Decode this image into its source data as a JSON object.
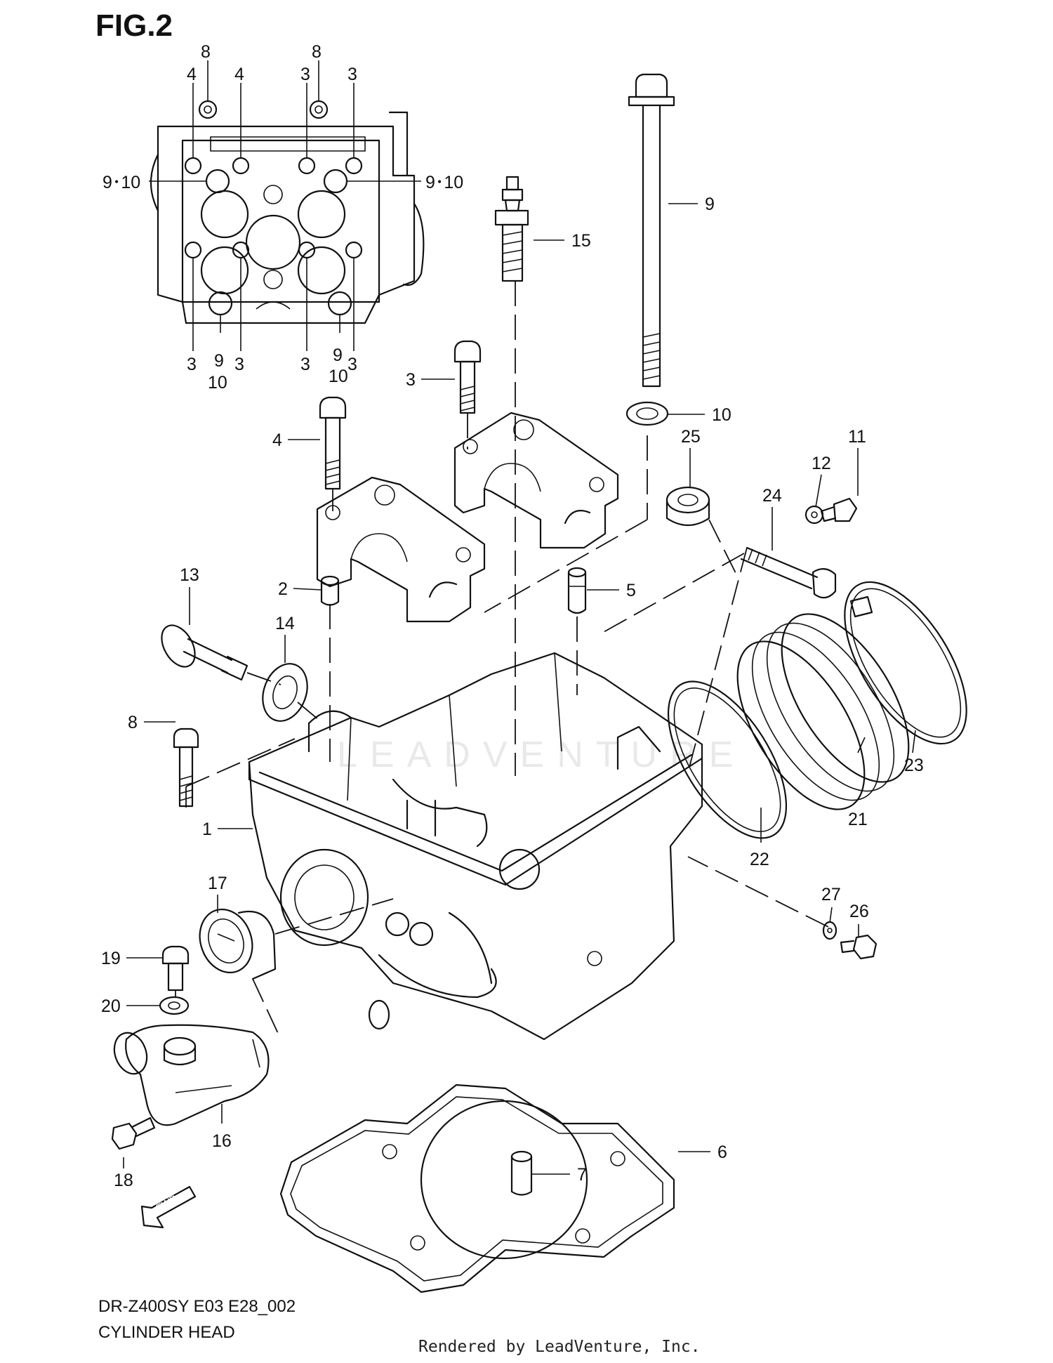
{
  "figure": {
    "title": "FIG.2",
    "model_code": "DR-Z400SY E03 E28_002",
    "caption": "CYLINDER HEAD",
    "rendered_by": "Rendered by LeadVenture, Inc.",
    "watermark": "LEADVENTURE",
    "forward_marker": "FWD"
  },
  "inset_callouts": {
    "c8a": "8",
    "c4a": "4",
    "c8b": "8",
    "c4b": "4",
    "c3a": "3",
    "c3b": "3",
    "c910l": "9･10",
    "c910r": "9･10",
    "c3c": "3",
    "c9a": "9",
    "c3d": "3",
    "c10a": "10",
    "c3e": "3",
    "c9b": "9",
    "c3f": "3",
    "c10b": "10"
  },
  "callouts": {
    "n1": "1",
    "n2": "2",
    "n3": "3",
    "n4": "4",
    "n5": "5",
    "n6": "6",
    "n7": "7",
    "n8": "8",
    "n9": "9",
    "n10": "10",
    "n11": "11",
    "n12": "12",
    "n13": "13",
    "n14": "14",
    "n15": "15",
    "n16": "16",
    "n17": "17",
    "n18": "18",
    "n19": "19",
    "n20": "20",
    "n21": "21",
    "n22": "22",
    "n23": "23",
    "n24": "24",
    "n25": "25",
    "n26": "26",
    "n27": "27"
  }
}
